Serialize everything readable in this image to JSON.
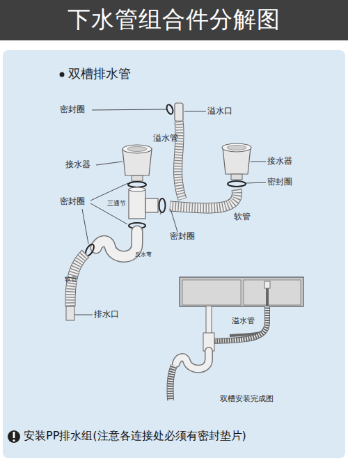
{
  "diagram": {
    "title": "下水管组合件分解图",
    "caption": "安装PP排水组(注意各连接处必须有密封垫片)",
    "labels": [
      "双槽排水管",
      "密封圈",
      "溢水口",
      "溢水管",
      "接水器",
      "接水器",
      "密封圈",
      "密封圈",
      "三通节",
      "软管",
      "密封圈",
      "反水弯",
      "软管",
      "排水口",
      "溢水管",
      "双槽安装完成图"
    ]
  }
}
